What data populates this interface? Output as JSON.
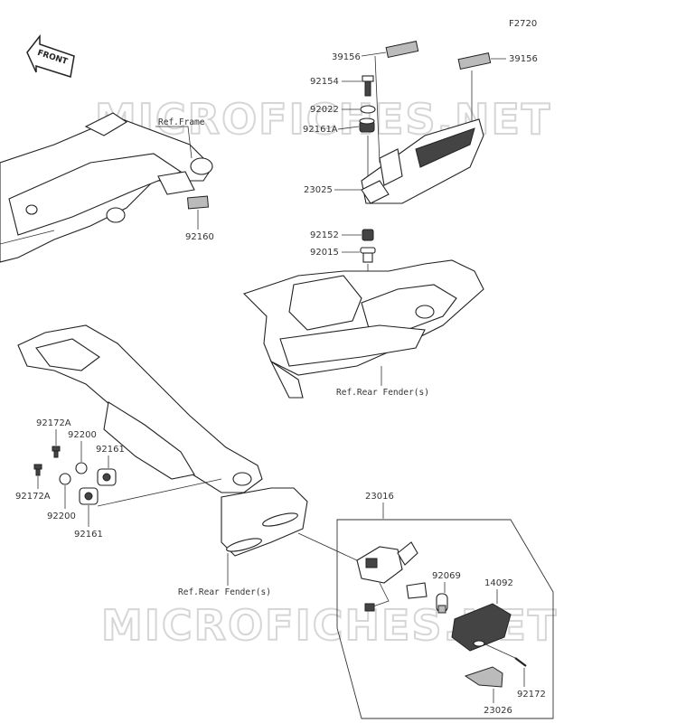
{
  "figure_code": "F2720",
  "watermark": "MICROFICHES.NET",
  "front_label": "FRONT",
  "refs": {
    "frame": "Ref.Frame",
    "rear_fender_top": "Ref.Rear Fender(s)",
    "rear_fender_bottom": "Ref.Rear Fender(s)"
  },
  "parts": {
    "p39156_left": "39156",
    "p39156_right": "39156",
    "p92154": "92154",
    "p92022": "92022",
    "p92161A": "92161A",
    "p23025": "23025",
    "p92152": "92152",
    "p92015": "92015",
    "p92160": "92160",
    "p92172A_top": "92172A",
    "p92200_top": "92200",
    "p92161_top": "92161",
    "p92172A_bottom": "92172A",
    "p92200_bottom": "92200",
    "p92161_bottom": "92161",
    "p23016": "23016",
    "p92069": "92069",
    "p14092": "14092",
    "p92172": "92172",
    "p23026": "23026"
  }
}
